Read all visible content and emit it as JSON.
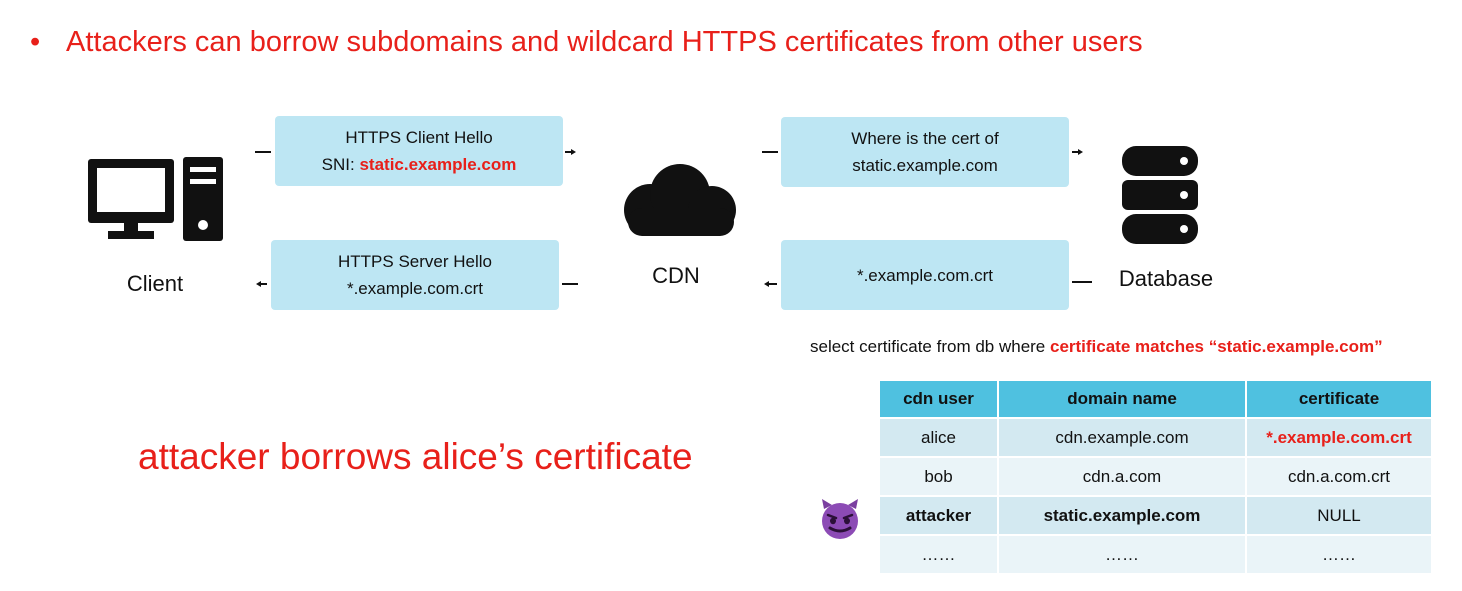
{
  "bullet": {
    "symbol": "•",
    "text": "Attackers can borrow subdomains and wildcard HTTPS certificates from other users"
  },
  "nodes": {
    "client": "Client",
    "cdn": "CDN",
    "database": "Database"
  },
  "messages": {
    "client_hello_line1": "HTTPS Client Hello",
    "client_hello_sni_label": "SNI: ",
    "client_hello_sni_value": "static.example.com",
    "server_hello_line1": "HTTPS Server Hello",
    "server_hello_line2": "*.example.com.crt",
    "cert_query_line1": "Where is the cert of",
    "cert_query_line2": "static.example.com",
    "cert_reply": "*.example.com.crt"
  },
  "query": {
    "prefix": "select certificate from db where ",
    "highlight": "certificate matches “static.example.com”"
  },
  "caption": "attacker borrows alice’s certificate",
  "table": {
    "headers": [
      "cdn user",
      "domain name",
      "certificate"
    ],
    "rows": [
      [
        "alice",
        "cdn.example.com",
        "*.example.com.crt"
      ],
      [
        "bob",
        "cdn.a.com",
        "cdn.a.com.crt"
      ],
      [
        "attacker",
        "static.example.com",
        "NULL"
      ],
      [
        "……",
        "……",
        "……"
      ]
    ]
  },
  "colors": {
    "accent_red": "#e8201a",
    "box_fill": "#bde6f3",
    "table_header": "#4fc1e0"
  },
  "icons": {
    "client": "desktop-computer-icon",
    "cdn": "cloud-icon",
    "database": "database-icon",
    "attacker": "devil-face-icon"
  }
}
